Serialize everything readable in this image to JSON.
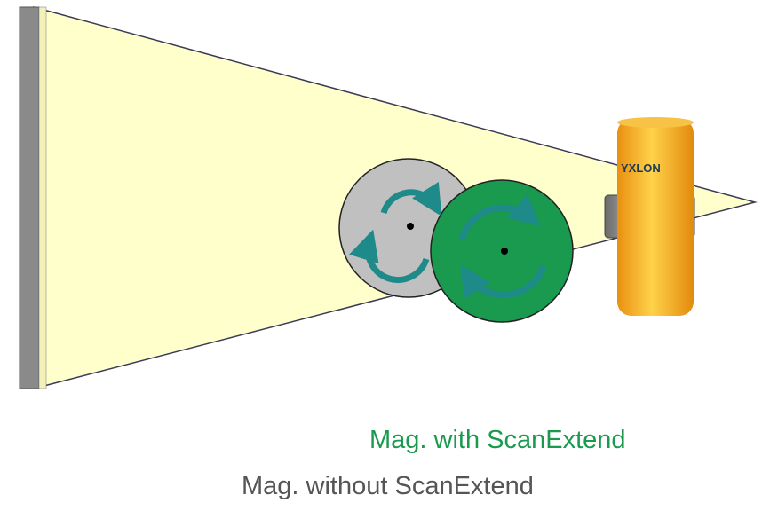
{
  "source": {
    "brand_label": "YXLON"
  },
  "captions": {
    "with_scanextend": "Mag. with ScanExtend",
    "without_scanextend": "Mag. without ScanExtend"
  },
  "colors": {
    "beam": "#ffffcc",
    "detector": "#8a8a8a",
    "object_without": "#c0c0c0",
    "object_with": "#1a9a4e",
    "rotation_arrow": "#1f8a8a",
    "tube": "#f2a81e",
    "caption_with": "#1a9a4e",
    "caption_without": "#555555"
  },
  "icons": {
    "rotation": "rotation-arrows-icon"
  }
}
